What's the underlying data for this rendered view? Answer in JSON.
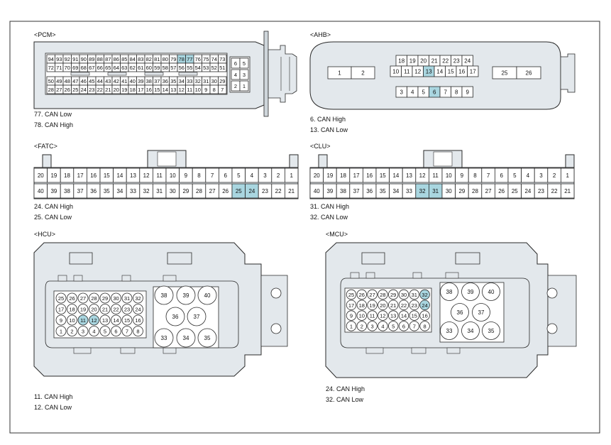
{
  "pcm": {
    "title": "<PCM>",
    "row1": [
      "94",
      "93",
      "92",
      "91",
      "90",
      "89",
      "88",
      "87",
      "86",
      "85",
      "84",
      "83",
      "82",
      "81",
      "80",
      "79",
      "78",
      "77",
      "76",
      "75",
      "74",
      "73"
    ],
    "row2": [
      "72",
      "71",
      "70",
      "69",
      "68",
      "67",
      "66",
      "65",
      "64",
      "63",
      "62",
      "61",
      "60",
      "59",
      "58",
      "57",
      "56",
      "55",
      "54",
      "53",
      "52",
      "51"
    ],
    "row3": [
      "50",
      "49",
      "48",
      "47",
      "46",
      "45",
      "44",
      "43",
      "42",
      "41",
      "40",
      "39",
      "38",
      "37",
      "36",
      "35",
      "34",
      "33",
      "32",
      "31",
      "30",
      "29"
    ],
    "row4": [
      "28",
      "27",
      "26",
      "25",
      "24",
      "23",
      "22",
      "21",
      "20",
      "19",
      "18",
      "17",
      "16",
      "15",
      "14",
      "13",
      "12",
      "11",
      "10",
      "9",
      "8",
      "7"
    ],
    "side": [
      "6",
      "5",
      "4",
      "3",
      "2",
      "1"
    ],
    "highlight": [
      "78",
      "77"
    ],
    "notes": [
      "77. CAN Low",
      "78. CAN High"
    ]
  },
  "ahb": {
    "title": "<AHB>",
    "top": [
      "18",
      "19",
      "20",
      "21",
      "22",
      "23",
      "24"
    ],
    "mid": [
      "10",
      "11",
      "12",
      "13",
      "14",
      "15",
      "16",
      "17"
    ],
    "bottom": [
      "3",
      "4",
      "5",
      "6",
      "7",
      "8",
      "9"
    ],
    "left": [
      "1",
      "2"
    ],
    "right": [
      "25",
      "26"
    ],
    "highlight": [
      "13",
      "6"
    ],
    "notes": [
      "6. CAN High",
      "13. CAN Low"
    ]
  },
  "fatc": {
    "title": "<FATC>",
    "row1": [
      "20",
      "19",
      "18",
      "17",
      "16",
      "15",
      "14",
      "13",
      "12",
      "11",
      "10",
      "9",
      "8",
      "7",
      "6",
      "5",
      "4",
      "3",
      "2",
      "1"
    ],
    "row2": [
      "40",
      "39",
      "38",
      "37",
      "36",
      "35",
      "34",
      "33",
      "32",
      "31",
      "30",
      "29",
      "28",
      "27",
      "26",
      "25",
      "24",
      "23",
      "22",
      "21"
    ],
    "highlight": [
      "25",
      "24"
    ],
    "notes": [
      "24. CAN High",
      "25. CAN Low"
    ]
  },
  "clu": {
    "title": "<CLU>",
    "row1": [
      "20",
      "19",
      "18",
      "17",
      "16",
      "15",
      "14",
      "13",
      "12",
      "11",
      "10",
      "9",
      "8",
      "7",
      "6",
      "5",
      "4",
      "3",
      "2",
      "1"
    ],
    "row2": [
      "40",
      "39",
      "38",
      "37",
      "36",
      "35",
      "34",
      "33",
      "32",
      "31",
      "30",
      "29",
      "28",
      "27",
      "26",
      "25",
      "24",
      "23",
      "22",
      "21"
    ],
    "highlight": [
      "32",
      "31"
    ],
    "notes": [
      "31. CAN High",
      "32. CAN Low"
    ]
  },
  "hcu": {
    "title": "<HCU>",
    "grid": [
      [
        "25",
        "26",
        "27",
        "28",
        "29",
        "30",
        "31",
        "32"
      ],
      [
        "17",
        "18",
        "19",
        "20",
        "21",
        "22",
        "23",
        "24"
      ],
      [
        "9",
        "10",
        "11",
        "12",
        "13",
        "14",
        "15",
        "16"
      ],
      [
        "1",
        "2",
        "3",
        "4",
        "5",
        "6",
        "7",
        "8"
      ]
    ],
    "big": [
      "38",
      "39",
      "40",
      "36",
      "37",
      "33",
      "34",
      "35"
    ],
    "highlight": [
      "11",
      "12"
    ],
    "notes": [
      "11. CAN High",
      "12. CAN Low"
    ]
  },
  "mcu": {
    "title": "<MCU>",
    "grid": [
      [
        "25",
        "26",
        "27",
        "28",
        "29",
        "30",
        "31",
        "32"
      ],
      [
        "17",
        "18",
        "19",
        "20",
        "21",
        "22",
        "23",
        "24"
      ],
      [
        "9",
        "10",
        "11",
        "12",
        "13",
        "14",
        "15",
        "16"
      ],
      [
        "1",
        "2",
        "3",
        "4",
        "5",
        "6",
        "7",
        "8"
      ]
    ],
    "big": [
      "38",
      "39",
      "40",
      "36",
      "37",
      "33",
      "34",
      "35"
    ],
    "highlight": [
      "32",
      "24"
    ],
    "notes": [
      "24. CAN High",
      "32. CAN Low"
    ]
  },
  "colors": {
    "highlight": "#a9d6e0",
    "body": "#e3e8ec",
    "outline": "#2a2a2a"
  }
}
